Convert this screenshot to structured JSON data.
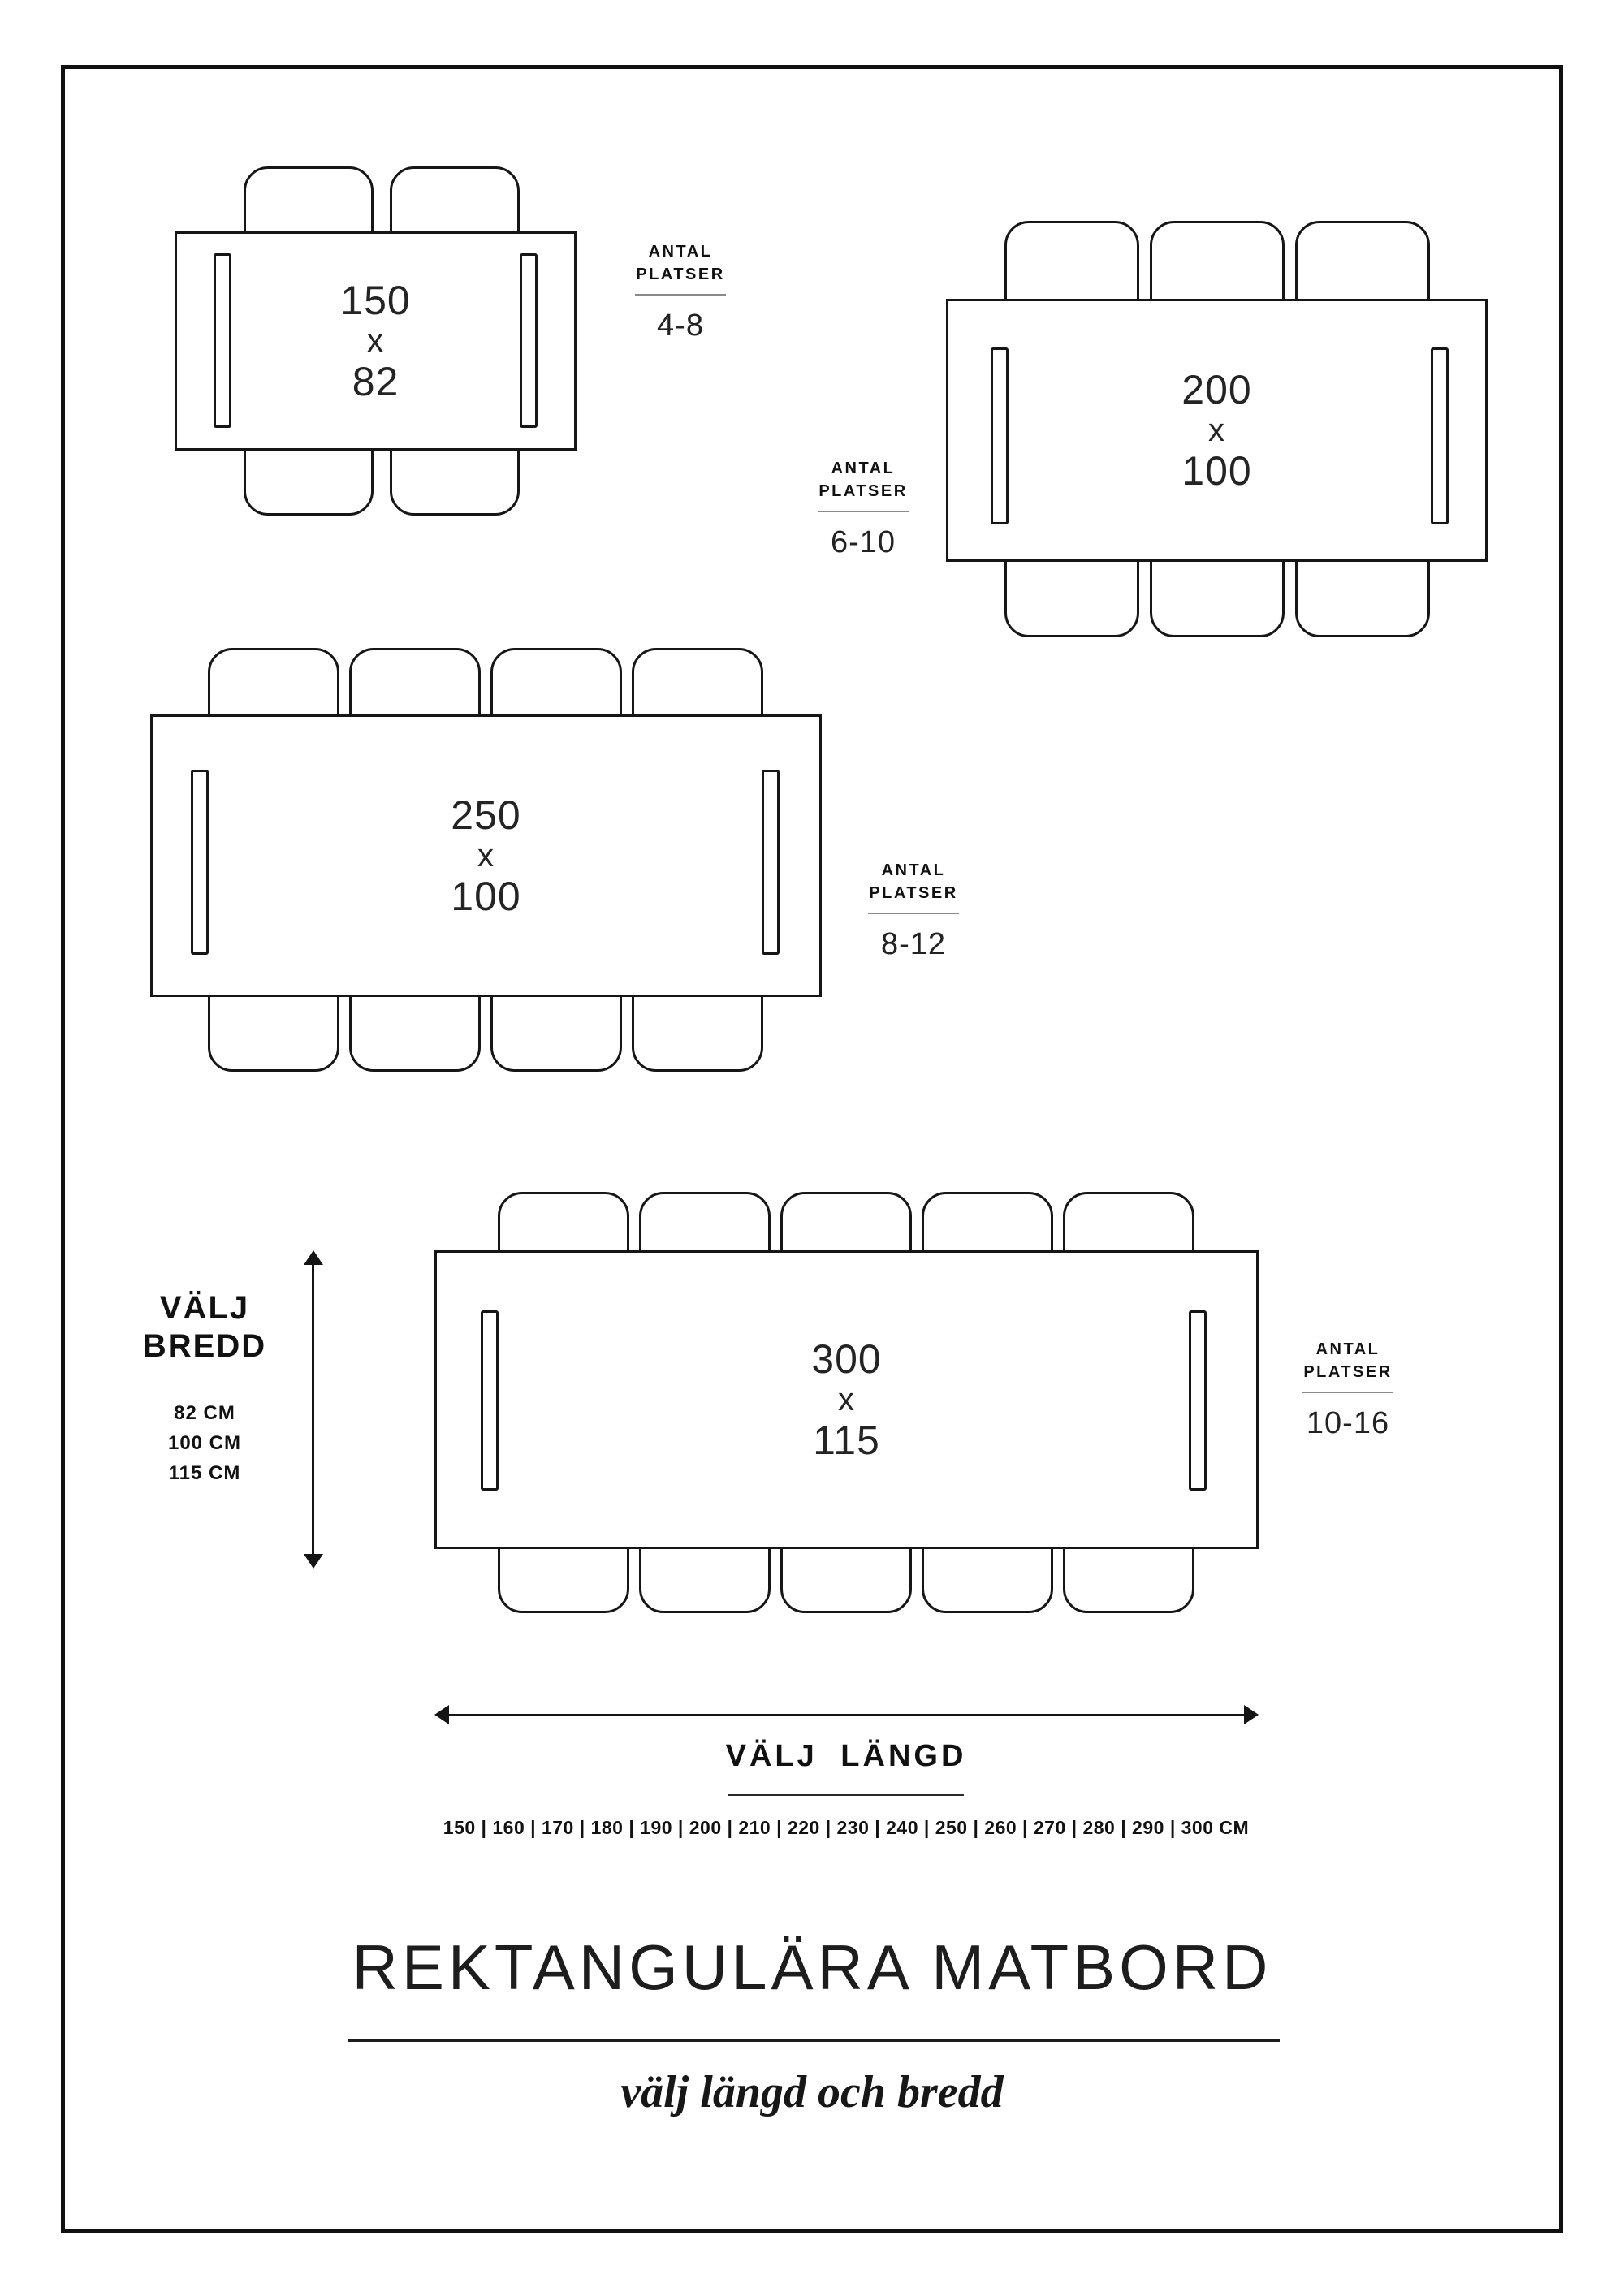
{
  "poster": {
    "title": "REKTANGULÄRA MATBORD",
    "subtitle": "välj längd och bredd"
  },
  "labels": {
    "antal": "ANTAL",
    "platser": "PLATSER",
    "dim_separator": "x",
    "valj": "VÄLJ",
    "bredd": "BREDD",
    "valj_langd": "VÄLJ LÄNGD"
  },
  "width_options": [
    "82 CM",
    "100 CM",
    "115 CM"
  ],
  "length_options": "150 | 160 | 170 | 180 | 190 | 200 | 210 | 220 | 230 | 240 | 250 | 260 | 270 | 280 | 290 | 300 CM",
  "tables": [
    {
      "length": "150",
      "width": "82",
      "seats": "4-8"
    },
    {
      "length": "200",
      "width": "100",
      "seats": "6-10"
    },
    {
      "length": "250",
      "width": "100",
      "seats": "8-12"
    },
    {
      "length": "300",
      "width": "115",
      "seats": "10-16"
    }
  ]
}
